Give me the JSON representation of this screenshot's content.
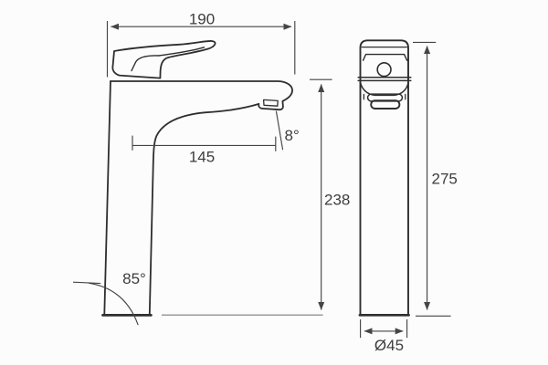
{
  "colors": {
    "outline": "#2e2e2e",
    "dimension": "#454545",
    "text": "#3d3d3d",
    "baseline": "#9b9b9b",
    "background": "#fdfcfc"
  },
  "dimensions": {
    "overall_width": "190",
    "spout_reach": "145",
    "spout_angle": "8°",
    "spout_height": "238",
    "total_height": "275",
    "base_angle": "85°",
    "base_diameter": "Ø45"
  }
}
